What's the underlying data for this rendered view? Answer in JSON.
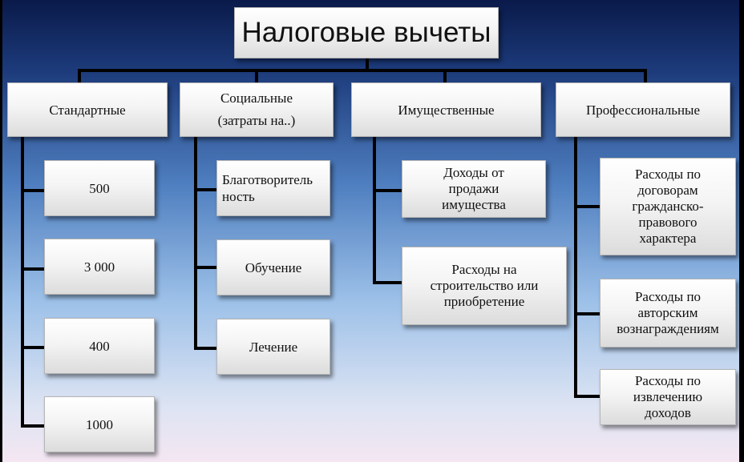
{
  "title": "Налоговые вычеты",
  "categories": [
    {
      "label": "Стандартные",
      "items": [
        "500",
        "3 000",
        "400",
        "1000"
      ]
    },
    {
      "label": "Социальные\n(затраты на..)",
      "items": [
        "Благотворитель\nность",
        "Обучение",
        "Лечение"
      ]
    },
    {
      "label": "Имущественные",
      "items": [
        "Доходы от\nпродажи\nимущества",
        "Расходы на\nстроительство или\nприобретение"
      ]
    },
    {
      "label": "Профессиональные",
      "items": [
        "Расходы по\nдоговорам\nгражданско-\nправового\nхарактера",
        "Расходы по\nавторским\nвознаграждениям",
        "Расходы по\nизвлечению\nдоходов"
      ]
    }
  ]
}
